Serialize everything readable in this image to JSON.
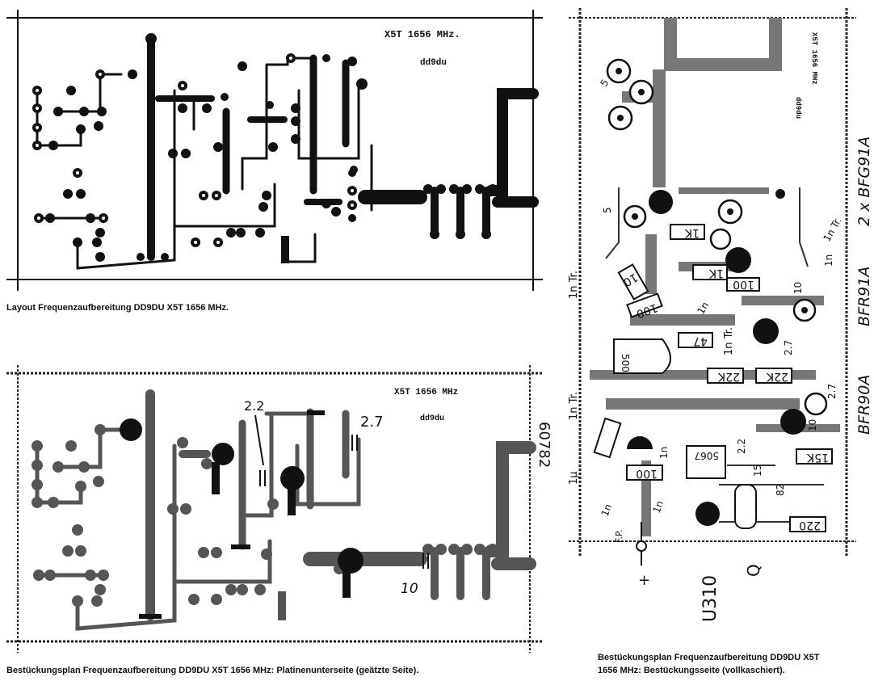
{
  "figures": {
    "layout": {
      "board_title": "X5T 1656 MHz.",
      "board_call": "dd9du",
      "caption": "Layout Frequenzaufbereitung DD9DU X5T 1656 MHz."
    },
    "underside": {
      "board_title": "X5T 1656 MHz",
      "board_call": "dd9du",
      "labels": {
        "c1": "2.2",
        "c2": "2.7",
        "c3": "10"
      },
      "side_mark": "60782",
      "caption": "Bestückungsplan Frequenzaufbereitung DD9DU X5T 1656 MHz: Platinenunterseite (geätzte Seite)."
    },
    "component_side": {
      "board_title": "X5T 1656 MHz",
      "board_call": "dd9du",
      "transistor_labels": [
        "2 x BFG91A",
        "BFR91A",
        "BFR90A"
      ],
      "part_labels": [
        "1K",
        "1K",
        "10",
        "100",
        "100",
        "47",
        "22K",
        "22K",
        "15K",
        "100",
        "220",
        "5067",
        "500"
      ],
      "cap_labels": [
        "5",
        "5",
        "1n Tr.",
        "1n",
        "1n",
        "10",
        "2.7",
        "2.7",
        "10",
        "1n",
        "2.2",
        "15",
        "82",
        "1n",
        "1n"
      ],
      "side_labels": [
        "1n Tr.",
        "1n Tr.",
        "1n Tr.",
        "1µ"
      ],
      "bottom_labels": [
        "+",
        "F.P.",
        "U310",
        "Q"
      ],
      "caption_line1": "Bestückungsplan Frequenzaufbereitung DD9DU X5T",
      "caption_line2": "1656 MHz: Bestückungsseite (vollkaschiert)."
    }
  }
}
